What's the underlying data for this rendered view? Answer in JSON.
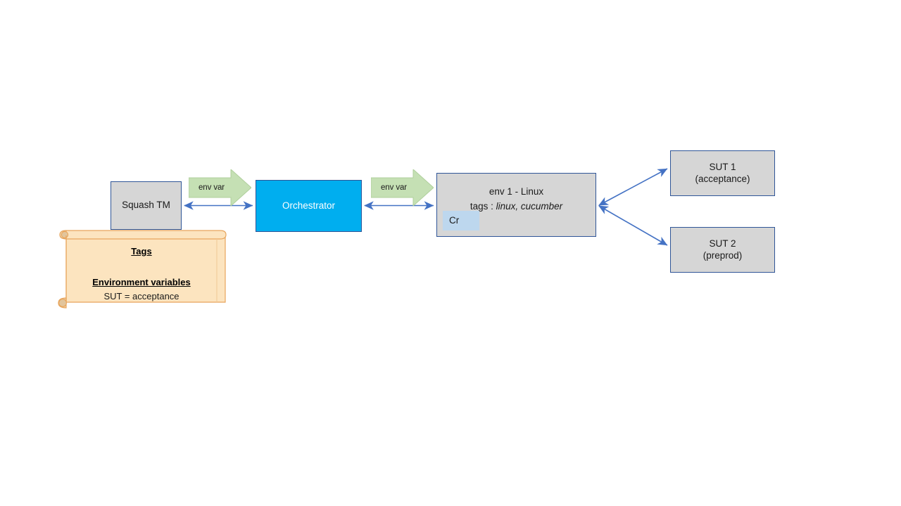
{
  "diagram": {
    "title": "Squash orchestrator environment tagging diagram",
    "background": "#FFFFFF",
    "colors": {
      "node_gray_fill": "#D6D6D6",
      "node_blue_fill": "#00AEEF",
      "node_border": "#2F5597",
      "connector": "#4472C4",
      "block_arrow_fill": "#C5E0B4",
      "block_arrow_border": "#A9C796",
      "chip_fill": "#BDD7EE",
      "note_fill": "#FCE4BF",
      "note_border": "#E8A55C"
    }
  },
  "nodes": {
    "squash": {
      "label": "Squash TM"
    },
    "orchestrator": {
      "label": "Orchestrator"
    },
    "environment": {
      "title": "env 1 - Linux",
      "tags_label": "tags : ",
      "tags_values": "linux, cucumber",
      "chip_label": "Cr"
    },
    "sut1": {
      "line1": "SUT 1",
      "line2": "(acceptance)"
    },
    "sut2": {
      "line1": "SUT 2",
      "line2": "(preprod)"
    }
  },
  "block_arrows": [
    {
      "label": "env var"
    },
    {
      "label": "env var"
    }
  ],
  "note": {
    "heading_1": "Tags",
    "heading_2": "Environment variables",
    "line_1": "SUT = acceptance"
  },
  "connectors": [
    {
      "name": "squash-to-orchestrator",
      "type": "double-headed"
    },
    {
      "name": "orchestrator-to-environment",
      "type": "double-headed"
    },
    {
      "name": "environment-to-sut1",
      "type": "double-headed"
    },
    {
      "name": "environment-to-sut2",
      "type": "double-headed"
    }
  ]
}
